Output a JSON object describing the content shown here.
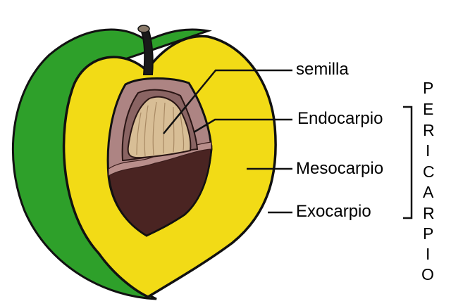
{
  "labels": {
    "semilla": "semilla",
    "endocarpio": "Endocarpio",
    "mesocarpio": "Mesocarpio",
    "exocarpio": "Exocarpio"
  },
  "group_label": "PERICARPIO",
  "group_letters": [
    "P",
    "E",
    "R",
    "I",
    "C",
    "A",
    "R",
    "P",
    "I",
    "O"
  ],
  "colors": {
    "exocarp_green": "#2ea02a",
    "mesocarp_yellow": "#f2db16",
    "endocarp_pink": "#ad8483",
    "seed_base_dark": "#4a2422",
    "seed_inner": "#d8be96",
    "stem": "#1a1a1a",
    "outline": "#111111"
  }
}
